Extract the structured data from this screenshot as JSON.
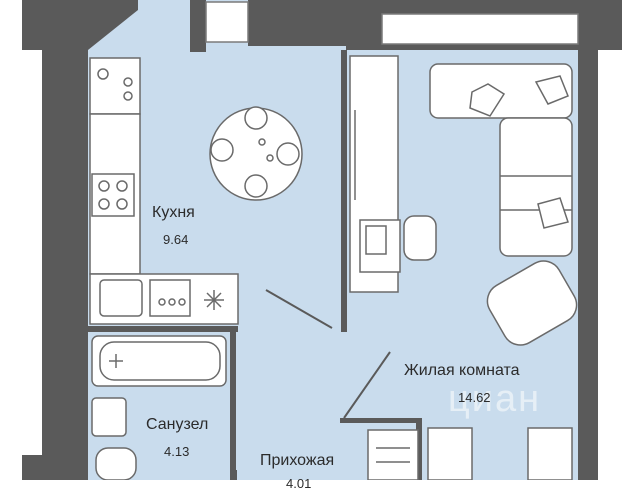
{
  "rooms": {
    "kitchen": {
      "name": "Кухня",
      "area": "9.64"
    },
    "living": {
      "name": "Жилая комната",
      "area": "14.62"
    },
    "bathroom": {
      "name": "Санузел",
      "area": "4.13"
    },
    "hallway": {
      "name": "Прихожая",
      "area": "4.01"
    }
  },
  "watermark": {
    "text": "циан"
  },
  "colors": {
    "floor": "#c9dced",
    "wall": "#5a5a5a",
    "furniture_fill": "#ffffff",
    "furniture_line": "#6a6a6a"
  }
}
